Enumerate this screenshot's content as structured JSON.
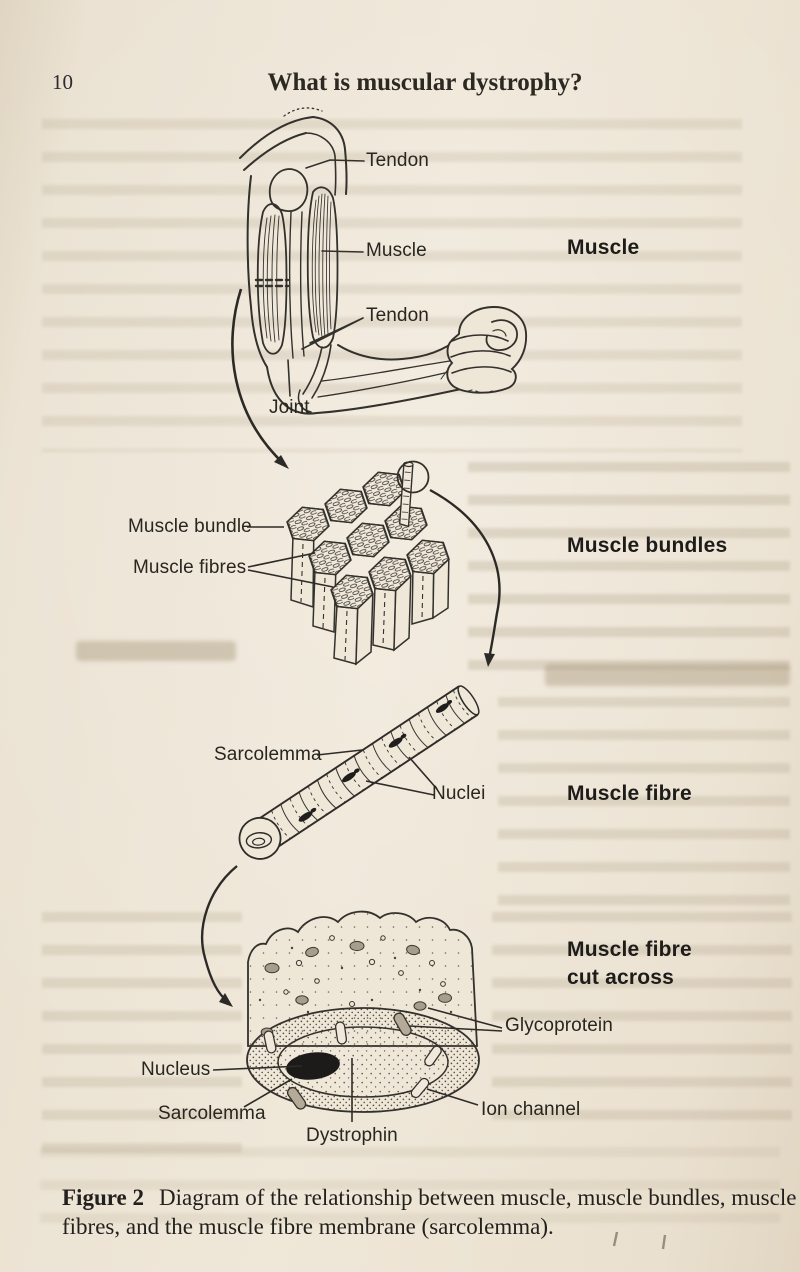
{
  "page": {
    "number": "10",
    "title": "What is muscular dystrophy?"
  },
  "figure": {
    "caption_label": "Figure 2",
    "caption_text": "Diagram of the relationship between muscle, muscle bundles, muscle fibres, and the muscle fibre membrane (sarcolemma).",
    "arm": {
      "tendon_top": "Tendon",
      "muscle": "Muscle",
      "tendon_bottom": "Tendon",
      "joint": "Joint"
    },
    "bundles": {
      "muscle_bundle": "Muscle bundle",
      "muscle_fibres": "Muscle fibres"
    },
    "fibre": {
      "sarcolemma": "Sarcolemma",
      "nuclei": "Nuclei"
    },
    "cross_section": {
      "nucleus": "Nucleus",
      "sarcolemma": "Sarcolemma",
      "dystrophin": "Dystrophin",
      "ion_channel": "Ion channel",
      "glycoprotein": "Glycoprotein"
    },
    "side_labels": {
      "muscle": "Muscle",
      "muscle_bundles": "Muscle bundles",
      "muscle_fibre": "Muscle fibre",
      "muscle_fibre_cut_line1": "Muscle fibre",
      "muscle_fibre_cut_line2": "cut across"
    }
  },
  "colors": {
    "paper": "#ece3d4",
    "ink": "#2b2a27",
    "ghost": "#a79a7e"
  }
}
